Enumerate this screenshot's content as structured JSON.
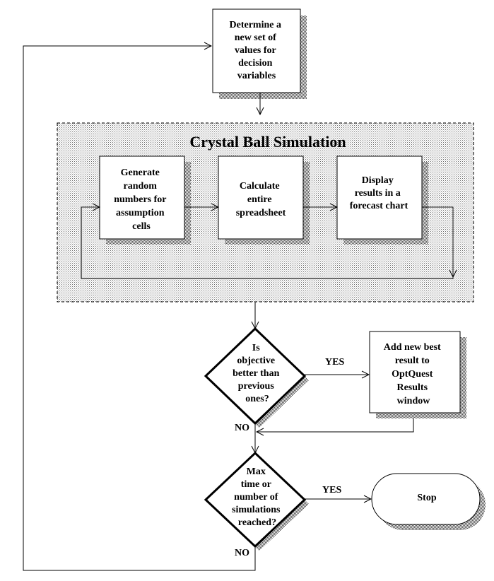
{
  "nodes": {
    "determine": [
      "Determine a",
      "new set of",
      "values for",
      "decision",
      "variables"
    ],
    "simulation_title": "Crystal Ball Simulation",
    "generate": [
      "Generate",
      "random",
      "numbers for",
      "assumption",
      "cells"
    ],
    "calculate": [
      "Calculate",
      "entire",
      "spreadsheet"
    ],
    "display": [
      "Display",
      "results in a",
      "forecast chart"
    ],
    "objective": [
      "Is",
      "objective",
      "better than",
      "previous",
      "ones?"
    ],
    "add_best": [
      "Add new best",
      "result to",
      "OptQuest",
      "Results",
      "window"
    ],
    "max_time": [
      "Max",
      "time or",
      "number of",
      "simulations",
      "reached?"
    ],
    "stop": "Stop"
  },
  "edges": {
    "yes_objective": "YES",
    "no_objective": "NO",
    "yes_max": "YES",
    "no_max": "NO"
  },
  "colors": {
    "shadow_hatch": "#555555",
    "line": "#000000",
    "fill": "#ffffff"
  }
}
